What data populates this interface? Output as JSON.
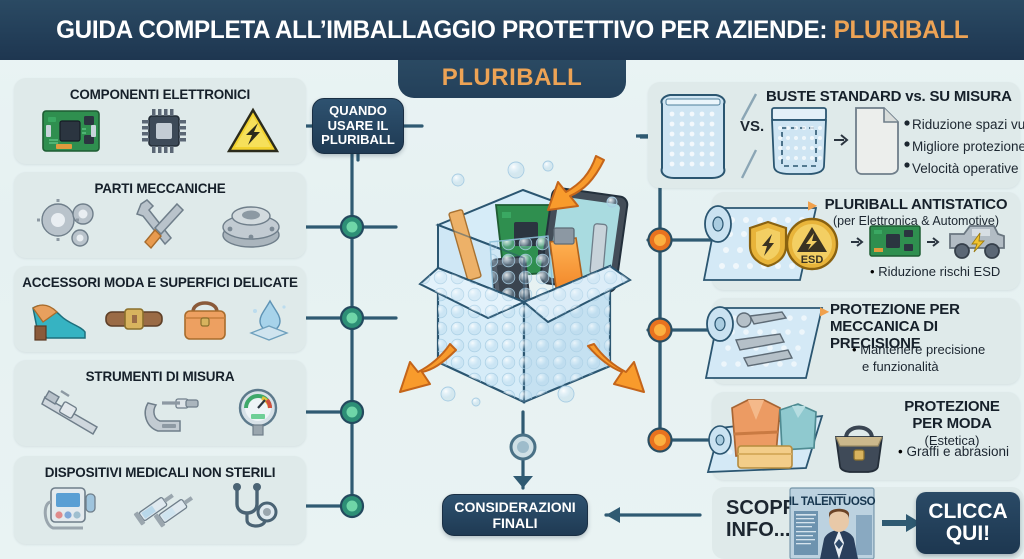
{
  "header": {
    "title_main": "GUIDA COMPLETA ALL’IMBALLAGGIO PROTETTIVO PER AZIENDE:",
    "title_accent": "PLURIBALL",
    "center_tab": "PLURIBALL",
    "bg_color": "#24405a",
    "accent_color": "#eda355"
  },
  "center": {
    "node_label": "QUANDO USARE IL PLURIBALL",
    "node_line1": "QUANDO",
    "node_line2": "USARE IL",
    "node_line3": "PLURIBALL",
    "final_line1": "CONSIDERAZIONI",
    "final_line2": "FINALI",
    "hero_alt": "scatola-con-pluriball-e-oggetti"
  },
  "left_panels": [
    {
      "title": "COMPONENTI ELETTRONICI",
      "icons": [
        "circuit-board-icon",
        "microchip-icon",
        "esd-warning-icon"
      ]
    },
    {
      "title": "PARTI MECCANICHE",
      "icons": [
        "gears-icon",
        "wrench-screwdriver-icon",
        "bearing-icon"
      ]
    },
    {
      "title": "ACCESSORI MODA E SUPERFICI DELICATE",
      "icons": [
        "shoe-icon",
        "belt-icon",
        "handbag-icon",
        "water-drop-surface-icon"
      ]
    },
    {
      "title": "STRUMENTI DI MISURA",
      "icons": [
        "caliper-icon",
        "micrometer-icon",
        "pressure-gauge-icon"
      ]
    },
    {
      "title": "DISPOSITIVI MEDICALI NON STERILI",
      "icons": [
        "monitor-device-icon",
        "syringes-icon",
        "stethoscope-icon"
      ]
    }
  ],
  "right_panels": [
    {
      "title": "BUSTE STANDARD vs. SU MISURA",
      "subtitle": "",
      "vs_label": "VS.",
      "bullets": [
        "Riduzione spazi vuoti",
        "Migliore protezione",
        "Velocità operative"
      ],
      "icons": [
        "bubble-bag-large-icon",
        "bubble-bag-fitted-icon",
        "document-icon"
      ],
      "has_marker": false
    },
    {
      "title": "PLURIBALL ANTISTATICO",
      "subtitle": "(per Elettronica & Automotive)",
      "bullets": [
        "Riduzione rischi ESD"
      ],
      "icons": [
        "bubble-roll-icon",
        "esd-shield-icon",
        "esd-badge-icon",
        "circuit-board-icon",
        "electric-car-icon"
      ],
      "esd_label": "ESD",
      "has_marker": true
    },
    {
      "title_line1": "PROTEZIONE PER",
      "title_line2": "MECCANICA DI PRECISIONE",
      "title": "PROTEZIONE PER MECCANICA DI PRECISIONE",
      "subtitle": "",
      "bullets": [
        "Mantenere precisione",
        "e funzionalità"
      ],
      "icons": [
        "bubble-roll-tools-icon"
      ],
      "has_marker": true
    },
    {
      "title": "PROTEZIONE PER MODA",
      "subtitle": "(Estetica)",
      "bullets": [
        "Graffi e abrasioni"
      ],
      "icons": [
        "folded-clothes-icon",
        "handbag-icon"
      ],
      "has_marker": false
    }
  ],
  "cta": {
    "text_line1": "SCOPRI",
    "text_line2": "INFO...",
    "magazine_title": "IL TALENTUOSO",
    "button_line1": "CLICCA",
    "button_line2": "QUI!",
    "arrow": "right-arrow-icon"
  },
  "colors": {
    "background": "#e9f3f3",
    "panel": "#dfeaea",
    "wire": "#2f5a72",
    "node_left": "#3bb58e",
    "node_right": "#f18a28",
    "node_center": "#7fa4b8",
    "dark_box": "#24405a",
    "accent_orange": "#eda355"
  }
}
